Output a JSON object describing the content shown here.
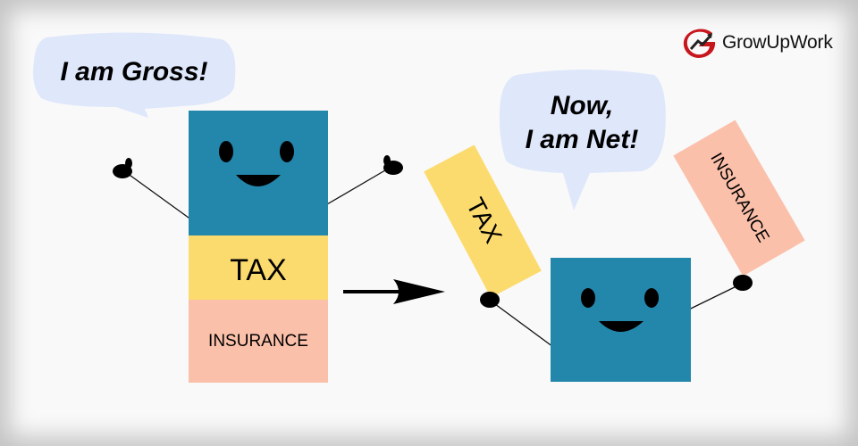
{
  "brand": {
    "name": "GrowUpWork",
    "accent_color": "#c8161d",
    "text_color": "#111111"
  },
  "gross": {
    "speech": "I am Gross!",
    "tax_label": "TAX",
    "insurance_label": "INSURANCE",
    "body_color": "#2386ab",
    "tax_color": "#fcdb6e",
    "insurance_color": "#fbc0aa"
  },
  "net": {
    "speech_line1": "Now,",
    "speech_line2": "I am Net!",
    "tax_label": "TAX",
    "insurance_label": "INSURANCE",
    "body_color": "#2386ab"
  },
  "speech_bubble_color": "#dfe7fb",
  "arrow_icon": "right-arrow-icon"
}
